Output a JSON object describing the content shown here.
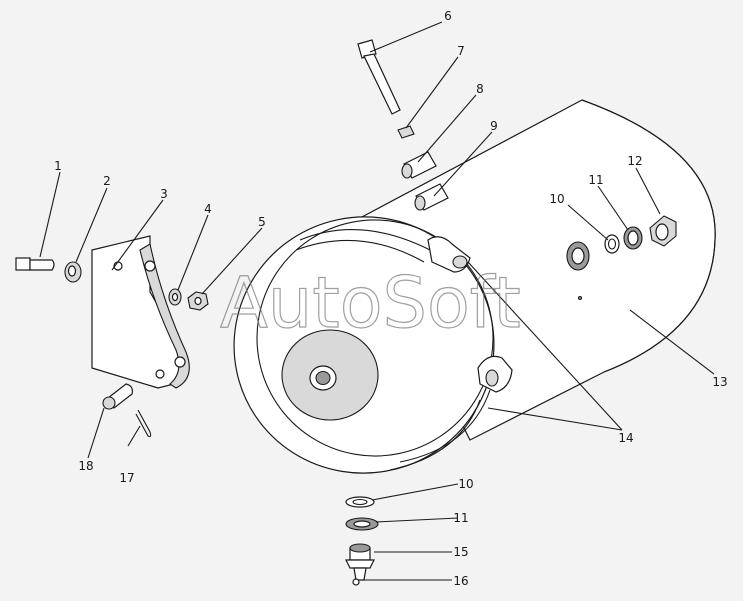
{
  "watermark": "AutoSoft",
  "callouts": [
    {
      "id": "c1",
      "text": "1"
    },
    {
      "id": "c2",
      "text": "2"
    },
    {
      "id": "c3",
      "text": "3"
    },
    {
      "id": "c4",
      "text": "4"
    },
    {
      "id": "c5",
      "text": "5"
    },
    {
      "id": "c6",
      "text": "6"
    },
    {
      "id": "c7",
      "text": "7"
    },
    {
      "id": "c8",
      "text": "8"
    },
    {
      "id": "c9",
      "text": "9"
    },
    {
      "id": "c10a",
      "text": "10"
    },
    {
      "id": "c11a",
      "text": "11"
    },
    {
      "id": "c12",
      "text": "12"
    },
    {
      "id": "c13",
      "text": "13"
    },
    {
      "id": "c14",
      "text": "14"
    },
    {
      "id": "c10b",
      "text": "10"
    },
    {
      "id": "c11b",
      "text": "11"
    },
    {
      "id": "c15",
      "text": "15"
    },
    {
      "id": "c16",
      "text": "16"
    },
    {
      "id": "c17",
      "text": "17"
    },
    {
      "id": "c18",
      "text": "18"
    }
  ]
}
